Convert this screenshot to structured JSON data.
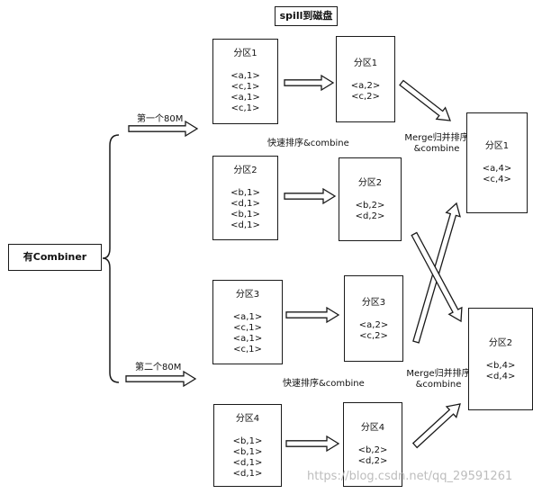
{
  "title": "spill到磁盘",
  "root": "有Combiner",
  "split_labels": [
    "第一个80M",
    "第二个80M"
  ],
  "sort_labels": [
    "快速排序&combine",
    "快速排序&combine"
  ],
  "merge_labels": [
    [
      "Merge归并排序",
      "&combine"
    ],
    [
      "Merge归并排序",
      "&combine"
    ]
  ],
  "partitions_initial": [
    {
      "title": "分区1",
      "items": [
        "<a,1>",
        "<c,1>",
        "<a,1>",
        "<c,1>"
      ]
    },
    {
      "title": "分区2",
      "items": [
        "<b,1>",
        "<d,1>",
        "<b,1>",
        "<d,1>"
      ]
    },
    {
      "title": "分区3",
      "items": [
        "<a,1>",
        "<c,1>",
        "<a,1>",
        "<c,1>"
      ]
    },
    {
      "title": "分区4",
      "items": [
        "<b,1>",
        "<b,1>",
        "<d,1>",
        "<d,1>"
      ]
    }
  ],
  "partitions_combined": [
    {
      "title": "分区1",
      "items": [
        "<a,2>",
        "<c,2>"
      ]
    },
    {
      "title": "分区2",
      "items": [
        "<b,2>",
        "<d,2>"
      ]
    },
    {
      "title": "分区3",
      "items": [
        "<a,2>",
        "<c,2>"
      ]
    },
    {
      "title": "分区4",
      "items": [
        "<b,2>",
        "<d,2>"
      ]
    }
  ],
  "partitions_merged": [
    {
      "title": "分区1",
      "items": [
        "<a,4>",
        "<c,4>"
      ]
    },
    {
      "title": "分区2",
      "items": [
        "<b,4>",
        "<d,4>"
      ]
    }
  ],
  "watermark": "https://blog.csdn.net/qq_29591261"
}
